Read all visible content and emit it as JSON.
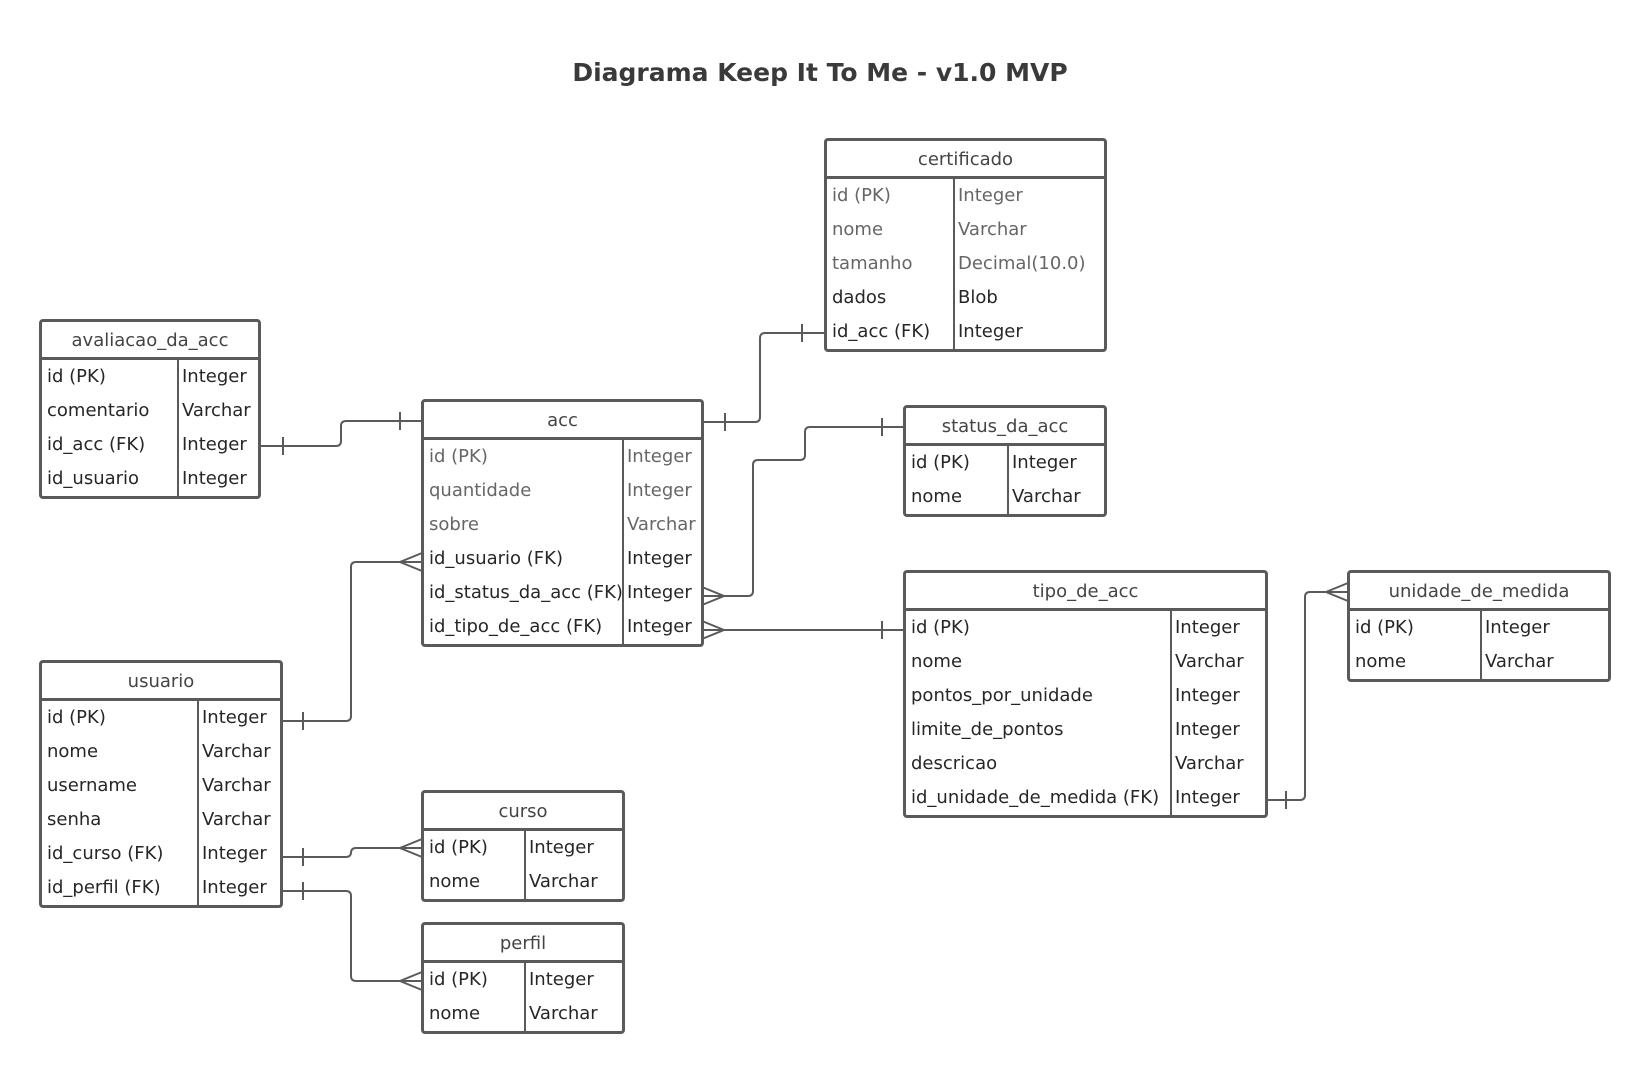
{
  "title": "Diagrama Keep It To Me - v1.0 MVP",
  "colors": {
    "line": "#5a5a5a",
    "text": "#333333",
    "text_light": "#666666"
  },
  "entities": {
    "certificado": {
      "name": "certificado",
      "rows": [
        {
          "field": "id (PK)",
          "type": "Integer",
          "tone": "light"
        },
        {
          "field": "nome",
          "type": "Varchar",
          "tone": "light"
        },
        {
          "field": "tamanho",
          "type": "Decimal(10.0)",
          "tone": "light"
        },
        {
          "field": "dados",
          "type": "Blob",
          "tone": "dark"
        },
        {
          "field": "id_acc (FK)",
          "type": "Integer",
          "tone": "dark"
        }
      ]
    },
    "avaliacao_da_acc": {
      "name": "avaliacao_da_acc",
      "rows": [
        {
          "field": "id (PK)",
          "type": "Integer",
          "tone": "dark"
        },
        {
          "field": "comentario",
          "type": "Varchar",
          "tone": "dark"
        },
        {
          "field": "id_acc (FK)",
          "type": "Integer",
          "tone": "dark"
        },
        {
          "field": "id_usuario",
          "type": "Integer",
          "tone": "dark"
        }
      ]
    },
    "acc": {
      "name": "acc",
      "rows": [
        {
          "field": "id (PK)",
          "type": "Integer",
          "tone": "light"
        },
        {
          "field": "quantidade",
          "type": "Integer",
          "tone": "light"
        },
        {
          "field": "sobre",
          "type": "Varchar",
          "tone": "light"
        },
        {
          "field": "id_usuario (FK)",
          "type": "Integer",
          "tone": "dark"
        },
        {
          "field": "id_status_da_acc (FK)",
          "type": "Integer",
          "tone": "dark"
        },
        {
          "field": "id_tipo_de_acc (FK)",
          "type": "Integer",
          "tone": "dark"
        }
      ]
    },
    "status_da_acc": {
      "name": "status_da_acc",
      "rows": [
        {
          "field": "id (PK)",
          "type": "Integer",
          "tone": "dark"
        },
        {
          "field": "nome",
          "type": "Varchar",
          "tone": "dark"
        }
      ]
    },
    "tipo_de_acc": {
      "name": "tipo_de_acc",
      "rows": [
        {
          "field": "id (PK)",
          "type": "Integer",
          "tone": "dark"
        },
        {
          "field": "nome",
          "type": "Varchar",
          "tone": "dark"
        },
        {
          "field": "pontos_por_unidade",
          "type": "Integer",
          "tone": "dark"
        },
        {
          "field": "limite_de_pontos",
          "type": "Integer",
          "tone": "dark"
        },
        {
          "field": "descricao",
          "type": "Varchar",
          "tone": "dark"
        },
        {
          "field": "id_unidade_de_medida (FK)",
          "type": "Integer",
          "tone": "dark"
        }
      ]
    },
    "unidade_de_medida": {
      "name": "unidade_de_medida",
      "rows": [
        {
          "field": "id (PK)",
          "type": "Integer",
          "tone": "dark"
        },
        {
          "field": "nome",
          "type": "Varchar",
          "tone": "dark"
        }
      ]
    },
    "usuario": {
      "name": "usuario",
      "rows": [
        {
          "field": "id (PK)",
          "type": "Integer",
          "tone": "dark"
        },
        {
          "field": "nome",
          "type": "Varchar",
          "tone": "dark"
        },
        {
          "field": "username",
          "type": "Varchar",
          "tone": "dark"
        },
        {
          "field": "senha",
          "type": "Varchar",
          "tone": "dark"
        },
        {
          "field": "id_curso (FK)",
          "type": "Integer",
          "tone": "dark"
        },
        {
          "field": "id_perfil (FK)",
          "type": "Integer",
          "tone": "dark"
        }
      ]
    },
    "curso": {
      "name": "curso",
      "rows": [
        {
          "field": "id (PK)",
          "type": "Integer",
          "tone": "dark"
        },
        {
          "field": "nome",
          "type": "Varchar",
          "tone": "dark"
        }
      ]
    },
    "perfil": {
      "name": "perfil",
      "rows": [
        {
          "field": "id (PK)",
          "type": "Integer",
          "tone": "dark"
        },
        {
          "field": "nome",
          "type": "Varchar",
          "tone": "dark"
        }
      ]
    }
  }
}
